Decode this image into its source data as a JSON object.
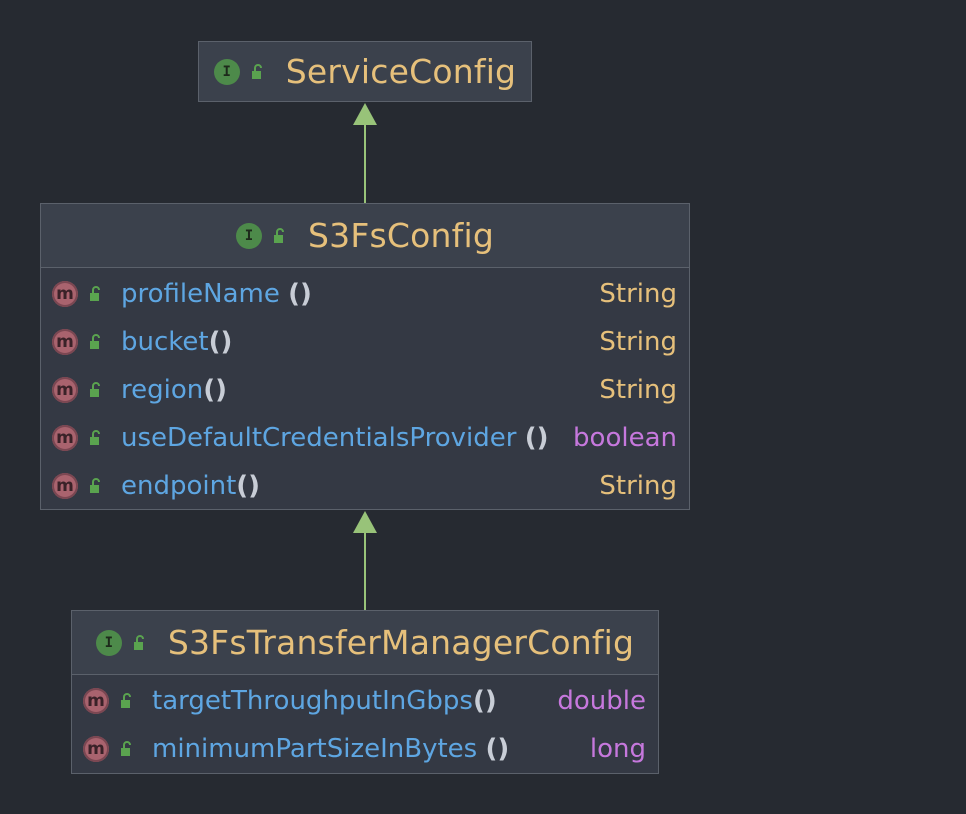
{
  "colors": {
    "background": "#262a31",
    "class_name": "#e6c07b",
    "method_name": "#5ea6e2",
    "class_type": "#e6c07b",
    "primitive_type": "#c678dd",
    "arrow": "#98c379",
    "interface_badge": "#4d8a4a",
    "method_badge": "#a9636e"
  },
  "classes": {
    "service_config": {
      "name": "ServiceConfig",
      "badge": "I",
      "members": []
    },
    "s3fs_config": {
      "name": "S3FsConfig",
      "badge": "I",
      "members": [
        {
          "badge": "m",
          "name": "profileName ",
          "parens": "()",
          "type": "String",
          "type_kind": "class"
        },
        {
          "badge": "m",
          "name": "bucket",
          "parens": "()",
          "type": "String",
          "type_kind": "class"
        },
        {
          "badge": "m",
          "name": "region",
          "parens": "()",
          "type": "String",
          "type_kind": "class"
        },
        {
          "badge": "m",
          "name": "useDefaultCredentialsProvider ",
          "parens": "()",
          "type": "boolean",
          "type_kind": "primitive"
        },
        {
          "badge": "m",
          "name": "endpoint",
          "parens": "()",
          "type": "String",
          "type_kind": "class"
        }
      ]
    },
    "s3fs_transfer_manager_config": {
      "name": "S3FsTransferManagerConfig",
      "badge": "I",
      "members": [
        {
          "badge": "m",
          "name": "targetThroughputInGbps",
          "parens": "()",
          "type": "double",
          "type_kind": "primitive"
        },
        {
          "badge": "m",
          "name": "minimumPartSizeInBytes ",
          "parens": "()",
          "type": "long",
          "type_kind": "primitive"
        }
      ]
    }
  },
  "relations": [
    {
      "from": "S3FsConfig",
      "to": "ServiceConfig",
      "kind": "extends"
    },
    {
      "from": "S3FsTransferManagerConfig",
      "to": "S3FsConfig",
      "kind": "extends"
    }
  ]
}
